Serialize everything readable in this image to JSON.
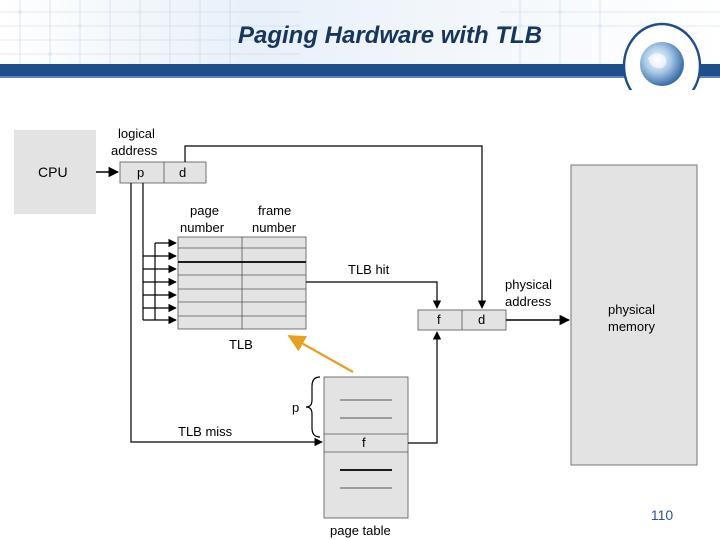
{
  "title": "Paging Hardware with TLB",
  "slide_number": "110",
  "cpu": {
    "label": "CPU"
  },
  "logical_address": {
    "label_line1": "logical",
    "label_line2": "address",
    "p": "p",
    "d": "d"
  },
  "tlb": {
    "label": "TLB",
    "page_number_line1": "page",
    "page_number_line2": "number",
    "frame_number_line1": "frame",
    "frame_number_line2": "number",
    "hit_label": "TLB hit",
    "miss_label": "TLB miss"
  },
  "physical_address": {
    "label_line1": "physical",
    "label_line2": "address",
    "f": "f",
    "d": "d"
  },
  "physical_memory": {
    "label_line1": "physical",
    "label_line2": "memory"
  },
  "page_table": {
    "label": "page table",
    "p_label": "p",
    "f_label": "f"
  },
  "colors": {
    "title": "#17365d",
    "header_band": "#1f4e8c",
    "highlight_arrow": "#e8a020"
  }
}
